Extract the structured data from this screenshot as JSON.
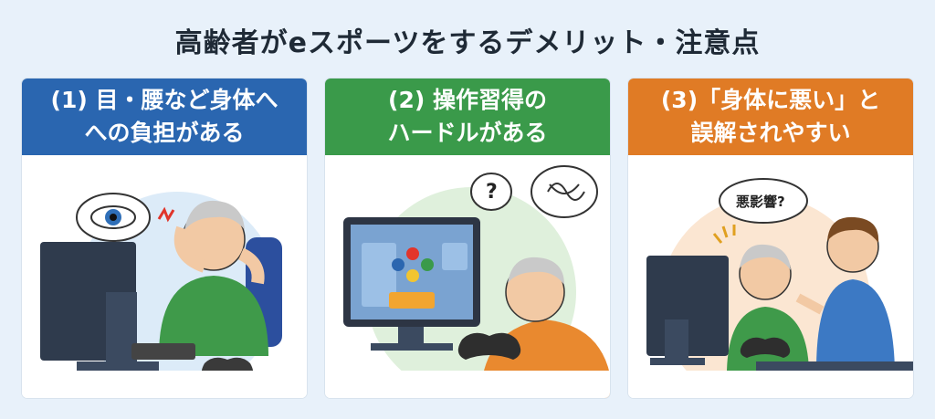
{
  "title": "高齢者がeスポーツをするデメリット・注意点",
  "cards": [
    {
      "line1": "(1) 目・腰など身体へ",
      "line2": "への負担がある"
    },
    {
      "line1": "(2) 操作習得の",
      "line2": "ハードルがある"
    },
    {
      "line1": "(3)「身体に悪い」と",
      "line2": "誤解されやすい"
    }
  ],
  "bubbles": {
    "question": "?",
    "bad_effect": "悪影響?"
  },
  "colors": {
    "card1": "#2a66b0",
    "card2": "#3a9a4a",
    "card3": "#e07b25"
  }
}
